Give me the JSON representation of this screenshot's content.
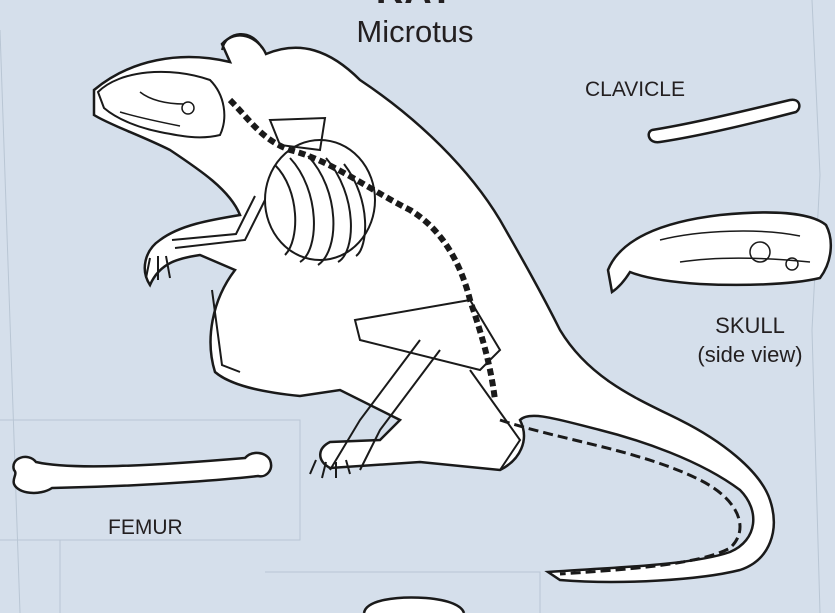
{
  "title": "RAT",
  "subtitle": "Microtus",
  "labels": {
    "clavicle": "CLAVICLE",
    "skull": "SKULL",
    "skull_view": "(side view)",
    "femur": "FEMUR"
  },
  "colors": {
    "background": "#d5dfeb",
    "panel_line": "#b9c6d4",
    "outline": "#1a1a1a",
    "fill": "#ffffff"
  }
}
